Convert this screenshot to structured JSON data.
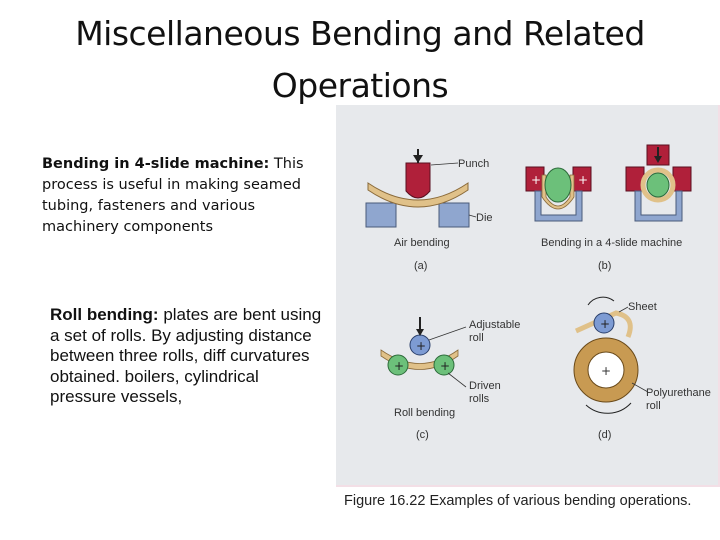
{
  "title": {
    "line1": "Miscellaneous Bending and Related",
    "line2": "Operations"
  },
  "text_block_1": {
    "heading": "Bending in 4-slide machine:",
    "body": " This process is useful in making seamed tubing, fasteners and various machinery components"
  },
  "text_block_2": {
    "heading": "Roll bending:",
    "body": " plates are bent using a set of rolls. By adjusting distance between three rolls, diff curvatures obtained. boilers, cylindrical pressure vessels,"
  },
  "figure": {
    "labels": {
      "punch": "Punch",
      "die": "Die",
      "air_bending": "Air bending",
      "a": "(a)",
      "four_slide": "Bending in a 4-slide machine",
      "b": "(b)",
      "adjustable_roll_1": "Adjustable",
      "adjustable_roll_2": "roll",
      "driven_rolls_1": "Driven",
      "driven_rolls_2": "rolls",
      "roll_bending": "Roll bending",
      "c": "(c)",
      "sheet": "Sheet",
      "polyurethane_1": "Polyurethane",
      "polyurethane_2": "roll",
      "d": "(d)"
    },
    "colors": {
      "punch": "#b0203a",
      "die": "#8fa6cf",
      "green_roll": "#6cc07a",
      "blue_roll": "#7d9bd3",
      "sheet": "#e0c189",
      "polyurethane": "#c89a52"
    }
  },
  "caption": "Figure 16.22  Examples of various bending operations."
}
